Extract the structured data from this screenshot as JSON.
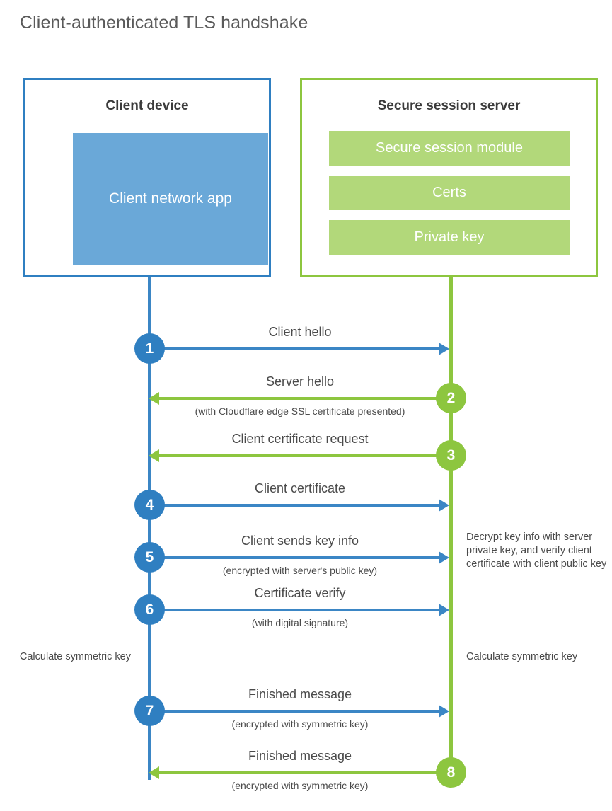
{
  "title": "Client-authenticated TLS handshake",
  "colors": {
    "client_border": "#2f7fc1",
    "client_fill": "#6aa8d8",
    "client_line": "#3b86c5",
    "server_border": "#8dc63f",
    "server_fill": "#b2d87a",
    "server_line": "#8dc63f",
    "text": "#4a4a4a"
  },
  "client": {
    "title": "Client device",
    "app_label": "Client network app"
  },
  "server": {
    "title": "Secure session server",
    "bars": [
      {
        "label": "Secure session module"
      },
      {
        "label": "Certs"
      },
      {
        "label": "Private key"
      }
    ]
  },
  "notes": {
    "server_decrypt": "Decrypt key info with server private key, and verify client certificate with client public key",
    "client_calc": "Calculate symmetric key",
    "server_calc": "Calculate symmetric key"
  },
  "steps": [
    {
      "number": "1",
      "label": "Client hello",
      "sublabel": "",
      "direction": "client-to-server",
      "color": "blue"
    },
    {
      "number": "2",
      "label": "Server hello",
      "sublabel": "(with Cloudflare edge SSL certificate presented)",
      "direction": "server-to-client",
      "color": "green"
    },
    {
      "number": "3",
      "label": "Client certificate request",
      "sublabel": "",
      "direction": "server-to-client",
      "color": "green"
    },
    {
      "number": "4",
      "label": "Client certificate",
      "sublabel": "",
      "direction": "client-to-server",
      "color": "blue"
    },
    {
      "number": "5",
      "label": "Client sends key info",
      "sublabel": "(encrypted with server's public key)",
      "direction": "client-to-server",
      "color": "blue"
    },
    {
      "number": "6",
      "label": "Certificate verify",
      "sublabel": "(with digital signature)",
      "direction": "client-to-server",
      "color": "blue"
    },
    {
      "number": "7",
      "label": "Finished message",
      "sublabel": "(encrypted with symmetric key)",
      "direction": "client-to-server",
      "color": "blue"
    },
    {
      "number": "8",
      "label": "Finished message",
      "sublabel": "(encrypted with symmetric key)",
      "direction": "server-to-client",
      "color": "green"
    }
  ]
}
